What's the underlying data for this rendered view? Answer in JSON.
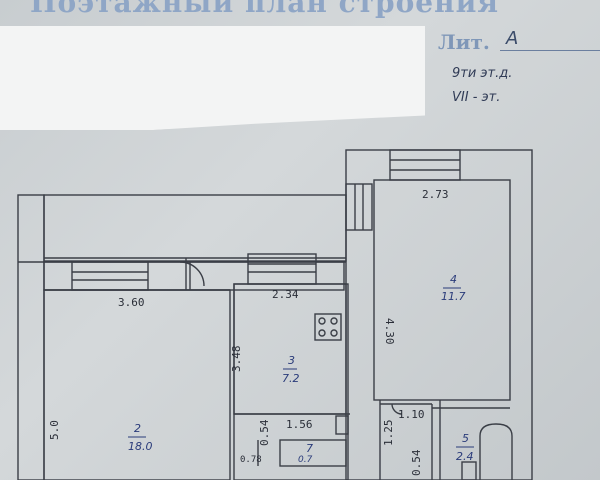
{
  "heading": "Поэтажный план строения",
  "lit": {
    "label": "Лит.",
    "value": "А"
  },
  "handwritten": {
    "line1": "9ти эт.д.",
    "line2": "VII - эт."
  },
  "dimensions": {
    "d_360": "3.60",
    "d_234": "2.34",
    "d_273": "2.73",
    "d_430": "4.30",
    "d_348": "3.48",
    "d_50": "5.0",
    "d_156": "1.56",
    "d_054a": "0.54",
    "d_078": "0.78",
    "d_125": "1.25",
    "d_110": "1.10",
    "d_054b": "0.54"
  },
  "rooms": [
    {
      "number": "2",
      "area": "18.0"
    },
    {
      "number": "3",
      "area": "7.2"
    },
    {
      "number": "4",
      "area": "11.7"
    },
    {
      "number": "5",
      "area": "2.4"
    },
    {
      "number": "7",
      "area": "0.7"
    }
  ],
  "colors": {
    "ink": "#2a2e38",
    "stamp_blue": "#8fa6c6",
    "pen_blue": "#2a3b7a"
  }
}
